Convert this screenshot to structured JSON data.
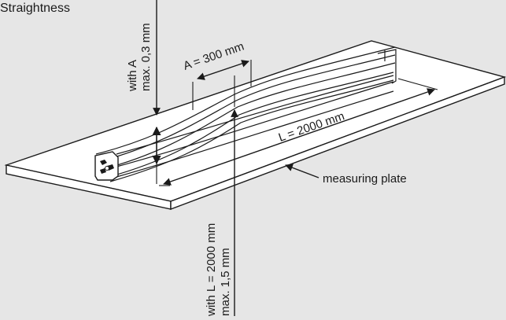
{
  "figure": {
    "title": "Straightness",
    "labels": {
      "tolerance_a_line1": "with A",
      "tolerance_a_line2": "max. 0,3 mm",
      "length_a": "A = 300 mm",
      "length_l": "L = 2000 mm",
      "plate": "measuring plate",
      "tolerance_l_line1": "with L = 2000 mm",
      "tolerance_l_line2": "max. 1,5 mm"
    },
    "colors": {
      "background": "#e6e6e6",
      "plate_top": "#ffffff",
      "plate_side": "#ffffff",
      "line": "#1a1a1a"
    }
  }
}
